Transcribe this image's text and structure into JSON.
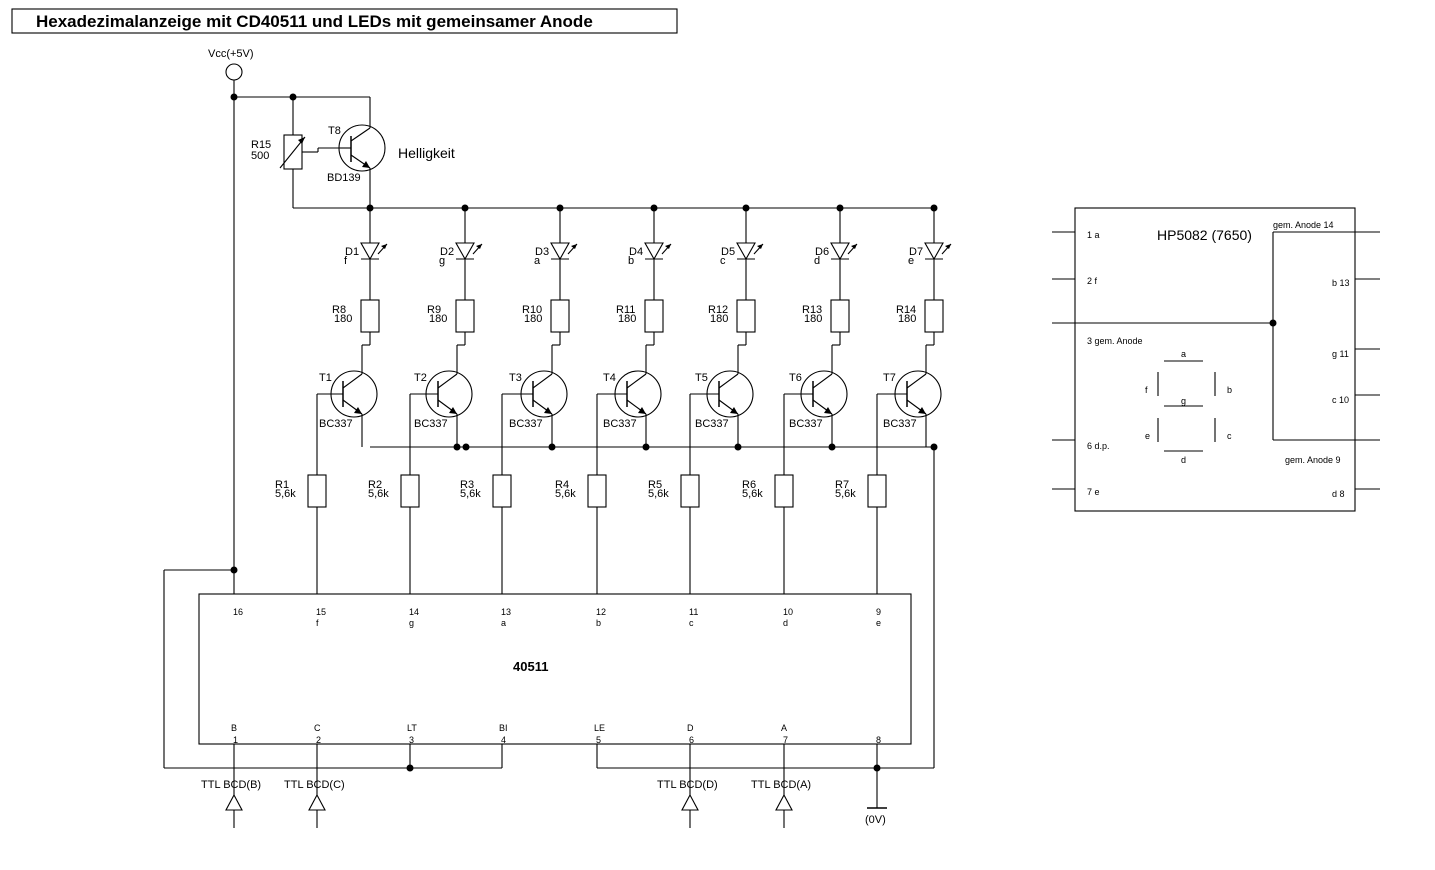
{
  "title": "Hexadezimalanzeige mit CD40511 und LEDs mit gemeinsamer Anode",
  "vcc_label": "Vcc(+5V)",
  "gnd_label": "(0V)",
  "r15": {
    "name": "R15",
    "value": "500"
  },
  "t8": {
    "name": "T8",
    "type": "BD139",
    "note": "Helligkeit"
  },
  "channels": [
    {
      "d": "D1",
      "seg": "f",
      "rs": "R8",
      "rsv": "180",
      "t": "T1",
      "tt": "BC337",
      "rb": "R1",
      "rbv": "5,6k"
    },
    {
      "d": "D2",
      "seg": "g",
      "rs": "R9",
      "rsv": "180",
      "t": "T2",
      "tt": "BC337",
      "rb": "R2",
      "rbv": "5,6k"
    },
    {
      "d": "D3",
      "seg": "a",
      "rs": "R10",
      "rsv": "180",
      "t": "T3",
      "tt": "BC337",
      "rb": "R3",
      "rbv": "5,6k"
    },
    {
      "d": "D4",
      "seg": "b",
      "rs": "R11",
      "rsv": "180",
      "t": "T4",
      "tt": "BC337",
      "rb": "R4",
      "rbv": "5,6k"
    },
    {
      "d": "D5",
      "seg": "c",
      "rs": "R12",
      "rsv": "180",
      "t": "T5",
      "tt": "BC337",
      "rb": "R5",
      "rbv": "5,6k"
    },
    {
      "d": "D6",
      "seg": "d",
      "rs": "R13",
      "rsv": "180",
      "t": "T6",
      "tt": "BC337",
      "rb": "R6",
      "rbv": "5,6k"
    },
    {
      "d": "D7",
      "seg": "e",
      "rs": "R14",
      "rsv": "180",
      "t": "T7",
      "tt": "BC337",
      "rb": "R7",
      "rbv": "5,6k"
    }
  ],
  "ic": {
    "name": "40511",
    "top_pins": [
      {
        "num": "16",
        "name": ""
      },
      {
        "num": "15",
        "name": "f"
      },
      {
        "num": "14",
        "name": "g"
      },
      {
        "num": "13",
        "name": "a"
      },
      {
        "num": "12",
        "name": "b"
      },
      {
        "num": "11",
        "name": "c"
      },
      {
        "num": "10",
        "name": "d"
      },
      {
        "num": "9",
        "name": "e"
      }
    ],
    "bottom_pins": [
      {
        "num": "1",
        "name": "B"
      },
      {
        "num": "2",
        "name": "C"
      },
      {
        "num": "3",
        "name": "LT"
      },
      {
        "num": "4",
        "name": "BI"
      },
      {
        "num": "5",
        "name": "LE"
      },
      {
        "num": "6",
        "name": "D"
      },
      {
        "num": "7",
        "name": "A"
      },
      {
        "num": "8",
        "name": ""
      }
    ]
  },
  "inputs": [
    "TTL BCD(B)",
    "TTL BCD(C)",
    "TTL BCD(D)",
    "TTL BCD(A)"
  ],
  "display": {
    "name": "HP5082 (7650)",
    "left_pins": [
      "1 a",
      "2 f",
      "3 gem. Anode",
      "6 d.p.",
      "7 e"
    ],
    "right_pins": [
      "gem. Anode 14",
      "b 13",
      "g 11",
      "c 10",
      "gem. Anode 9",
      "d 8"
    ],
    "segments": [
      "a",
      "b",
      "c",
      "d",
      "e",
      "f",
      "g"
    ]
  }
}
